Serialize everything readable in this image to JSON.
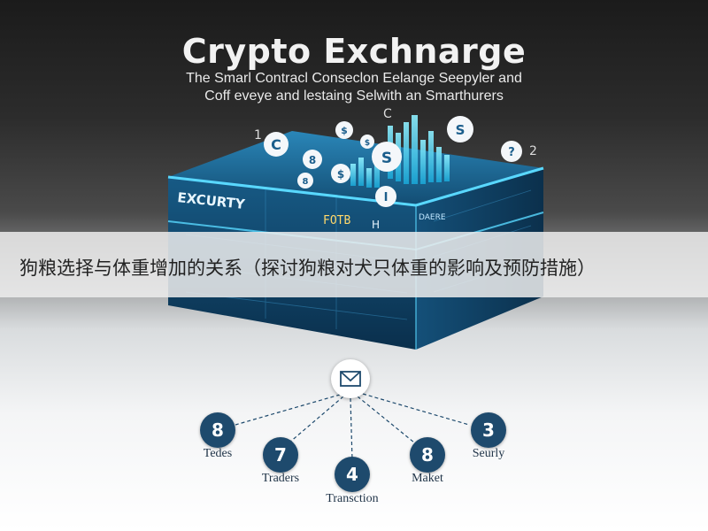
{
  "header": {
    "title": "Crypto Exchnarge",
    "subtitle_line1": "The Smarl Contracl Conseclon Eelange Seepyler and",
    "subtitle_line2": "Coff eveye and lestaing Selwith an Smarthurers"
  },
  "floating_labels": {
    "top_c": "C",
    "left_one": "1",
    "right_two": "2"
  },
  "platform": {
    "front_label": "EXCURTY",
    "center_label": "FOTB",
    "center_label_suffix": "H",
    "right_label": "DAERE"
  },
  "coins": {
    "coin_1": "C",
    "coin_2": "$",
    "coin_3": "S",
    "coin_4": "8",
    "coin_5": "S",
    "coin_6": "$",
    "coin_7": "?",
    "coin_8": "8",
    "coin_9": "$",
    "coin_10": "I"
  },
  "banner": {
    "text": "狗粮选择与体重增加的关系（探讨狗粮对犬只体重的影响及预防措施）"
  },
  "network": {
    "hub_icon": "envelope-icon",
    "nodes": [
      {
        "number": "8",
        "label": "Tedes"
      },
      {
        "number": "7",
        "label": "Traders"
      },
      {
        "number": "4",
        "label": "Transction"
      },
      {
        "number": "8",
        "label": "Maket"
      },
      {
        "number": "3",
        "label": "Seurly"
      }
    ]
  },
  "colors": {
    "platform_blue": "#1f5f86",
    "glow_cyan": "#59d8ff",
    "node_navy": "#1e4a6d"
  }
}
